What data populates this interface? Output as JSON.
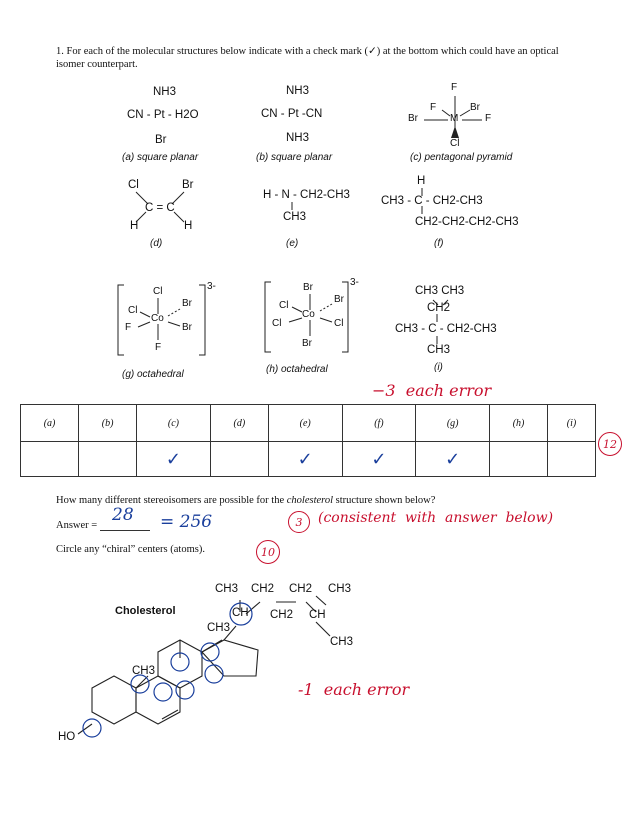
{
  "question1": {
    "text_line1": "1.  For each of the molecular structures below indicate with a check mark (✓) at the bottom which could have an optical",
    "text_line2": "isomer counterpart."
  },
  "structures": {
    "a": {
      "top": "NH3",
      "mid": "CN - Pt - H2O",
      "bottom": "Br",
      "caption": "(a) square planar"
    },
    "b": {
      "top": "NH3",
      "mid": "CN - Pt -CN",
      "bottom": "NH3",
      "caption": "(b) square planar"
    },
    "c": {
      "top": "F",
      "left_top": "F",
      "right_top": "Br",
      "left": "Br",
      "center": "M",
      "right": "F",
      "bottom": "Cl",
      "caption": "(c) pentagonal pyramid"
    },
    "d": {
      "tl": "Cl",
      "tr": "Br",
      "mid": "C = C",
      "bl": "H",
      "br": "H",
      "caption": "(d)"
    },
    "e": {
      "line1": "H - N - CH2-CH3",
      "line2": "CH3",
      "caption": "(e)"
    },
    "f": {
      "top": "H",
      "line1": "CH3 - C - CH2-CH3",
      "line2": "CH2-CH2-CH2-CH3",
      "caption": "(f)"
    },
    "g": {
      "top": "Cl",
      "left": "Cl",
      "center": "Co",
      "upper_right": "Br",
      "lower_left": "F",
      "lower_right": "Br",
      "bottom": "F",
      "charge": "3-",
      "caption": "(g) octahedral"
    },
    "h": {
      "top": "Br",
      "left": "Cl",
      "center": "Co",
      "upper_right": "Br",
      "lower_left": "Cl",
      "lower_right": "Cl",
      "bottom": "Br",
      "charge": "3-",
      "caption": "(h) octahedral"
    },
    "i": {
      "top": "CH3 CH3",
      "ch": "CH2",
      "line1": "CH3 - C - CH2-CH3",
      "line2": "CH3",
      "caption": "(i)"
    }
  },
  "grading": {
    "note1": "−3  each error",
    "score1": "12",
    "score2": "3",
    "note2": "(consistent  with  answer  below)",
    "score3": "10",
    "note3": "-1  each error"
  },
  "table": {
    "headers": [
      "(a)",
      "(b)",
      "(c)",
      "(d)",
      "(e)",
      "(f)",
      "(g)",
      "(h)",
      "(i)"
    ],
    "checks": [
      "",
      "",
      "✓",
      "",
      "✓",
      "✓",
      "✓",
      "",
      ""
    ]
  },
  "question2": {
    "text_before": "How many different stereoisomers are possible for the ",
    "text_italic": "cholesterol",
    "text_after": " structure shown below?",
    "answer_label": "Answer = ",
    "answer_value": "28",
    "answer_equals": "= 256",
    "circle_prompt": "Circle any “chiral” centers (atoms)."
  },
  "cholesterol": {
    "label": "Cholesterol",
    "ch3_a": "CH3",
    "ch2_a": "CH2",
    "ch2_b": "CH2",
    "ch3_b": "CH3",
    "ch_a": "CH",
    "ch2_c": "CH2",
    "ch_b": "CH",
    "ch3_c": "CH3",
    "ch3_d": "CH3",
    "ch3_e": "CH3",
    "ho": "HO"
  }
}
